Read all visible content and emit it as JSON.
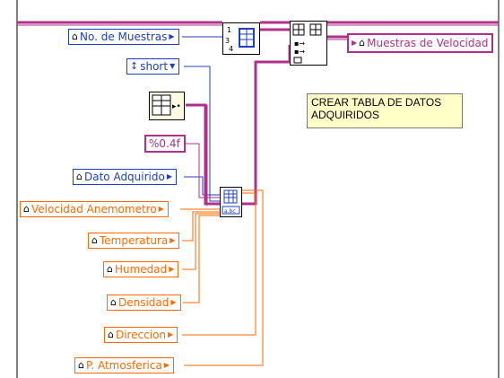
{
  "nodes": {
    "no_muestras": "No. de Muestras",
    "short": "short",
    "format": "%0.4f",
    "dato_adquirido": "Dato Adquirido",
    "velocidad": "Velocidad Anemometro",
    "temperatura": "Temperatura",
    "humedad": "Humedad",
    "densidad": "Densidad",
    "direccion": "Direccion",
    "presion": "P. Atmosferica",
    "muestras_velocidad": "Muestras de Velocidad"
  },
  "comment": "CREAR TABLA  DE DATOS ADQUIRIDOS",
  "icons": {
    "local": "house-icon",
    "arrow": "triangle-right-icon",
    "ring": "enum-ring-icon"
  },
  "colors": {
    "int_wire": "#1f3fbf",
    "dbl_wire": "#ff6a00",
    "str_wire": "#b0308c"
  }
}
